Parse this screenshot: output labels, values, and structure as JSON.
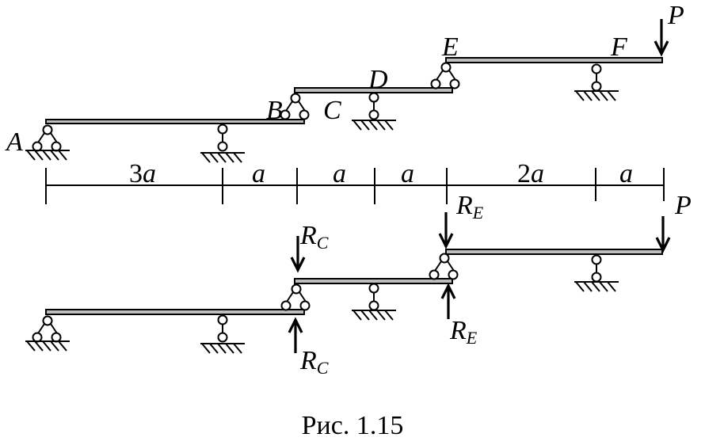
{
  "labels": {
    "A": "A",
    "B": "B",
    "C": "C",
    "D": "D",
    "E": "E",
    "F": "F",
    "P": "P",
    "R": "R",
    "sub_C": "C",
    "sub_E": "E"
  },
  "dimensions": [
    "3a",
    "a",
    "a",
    "a",
    "2a",
    "a"
  ],
  "caption": "Рис. 1.15"
}
